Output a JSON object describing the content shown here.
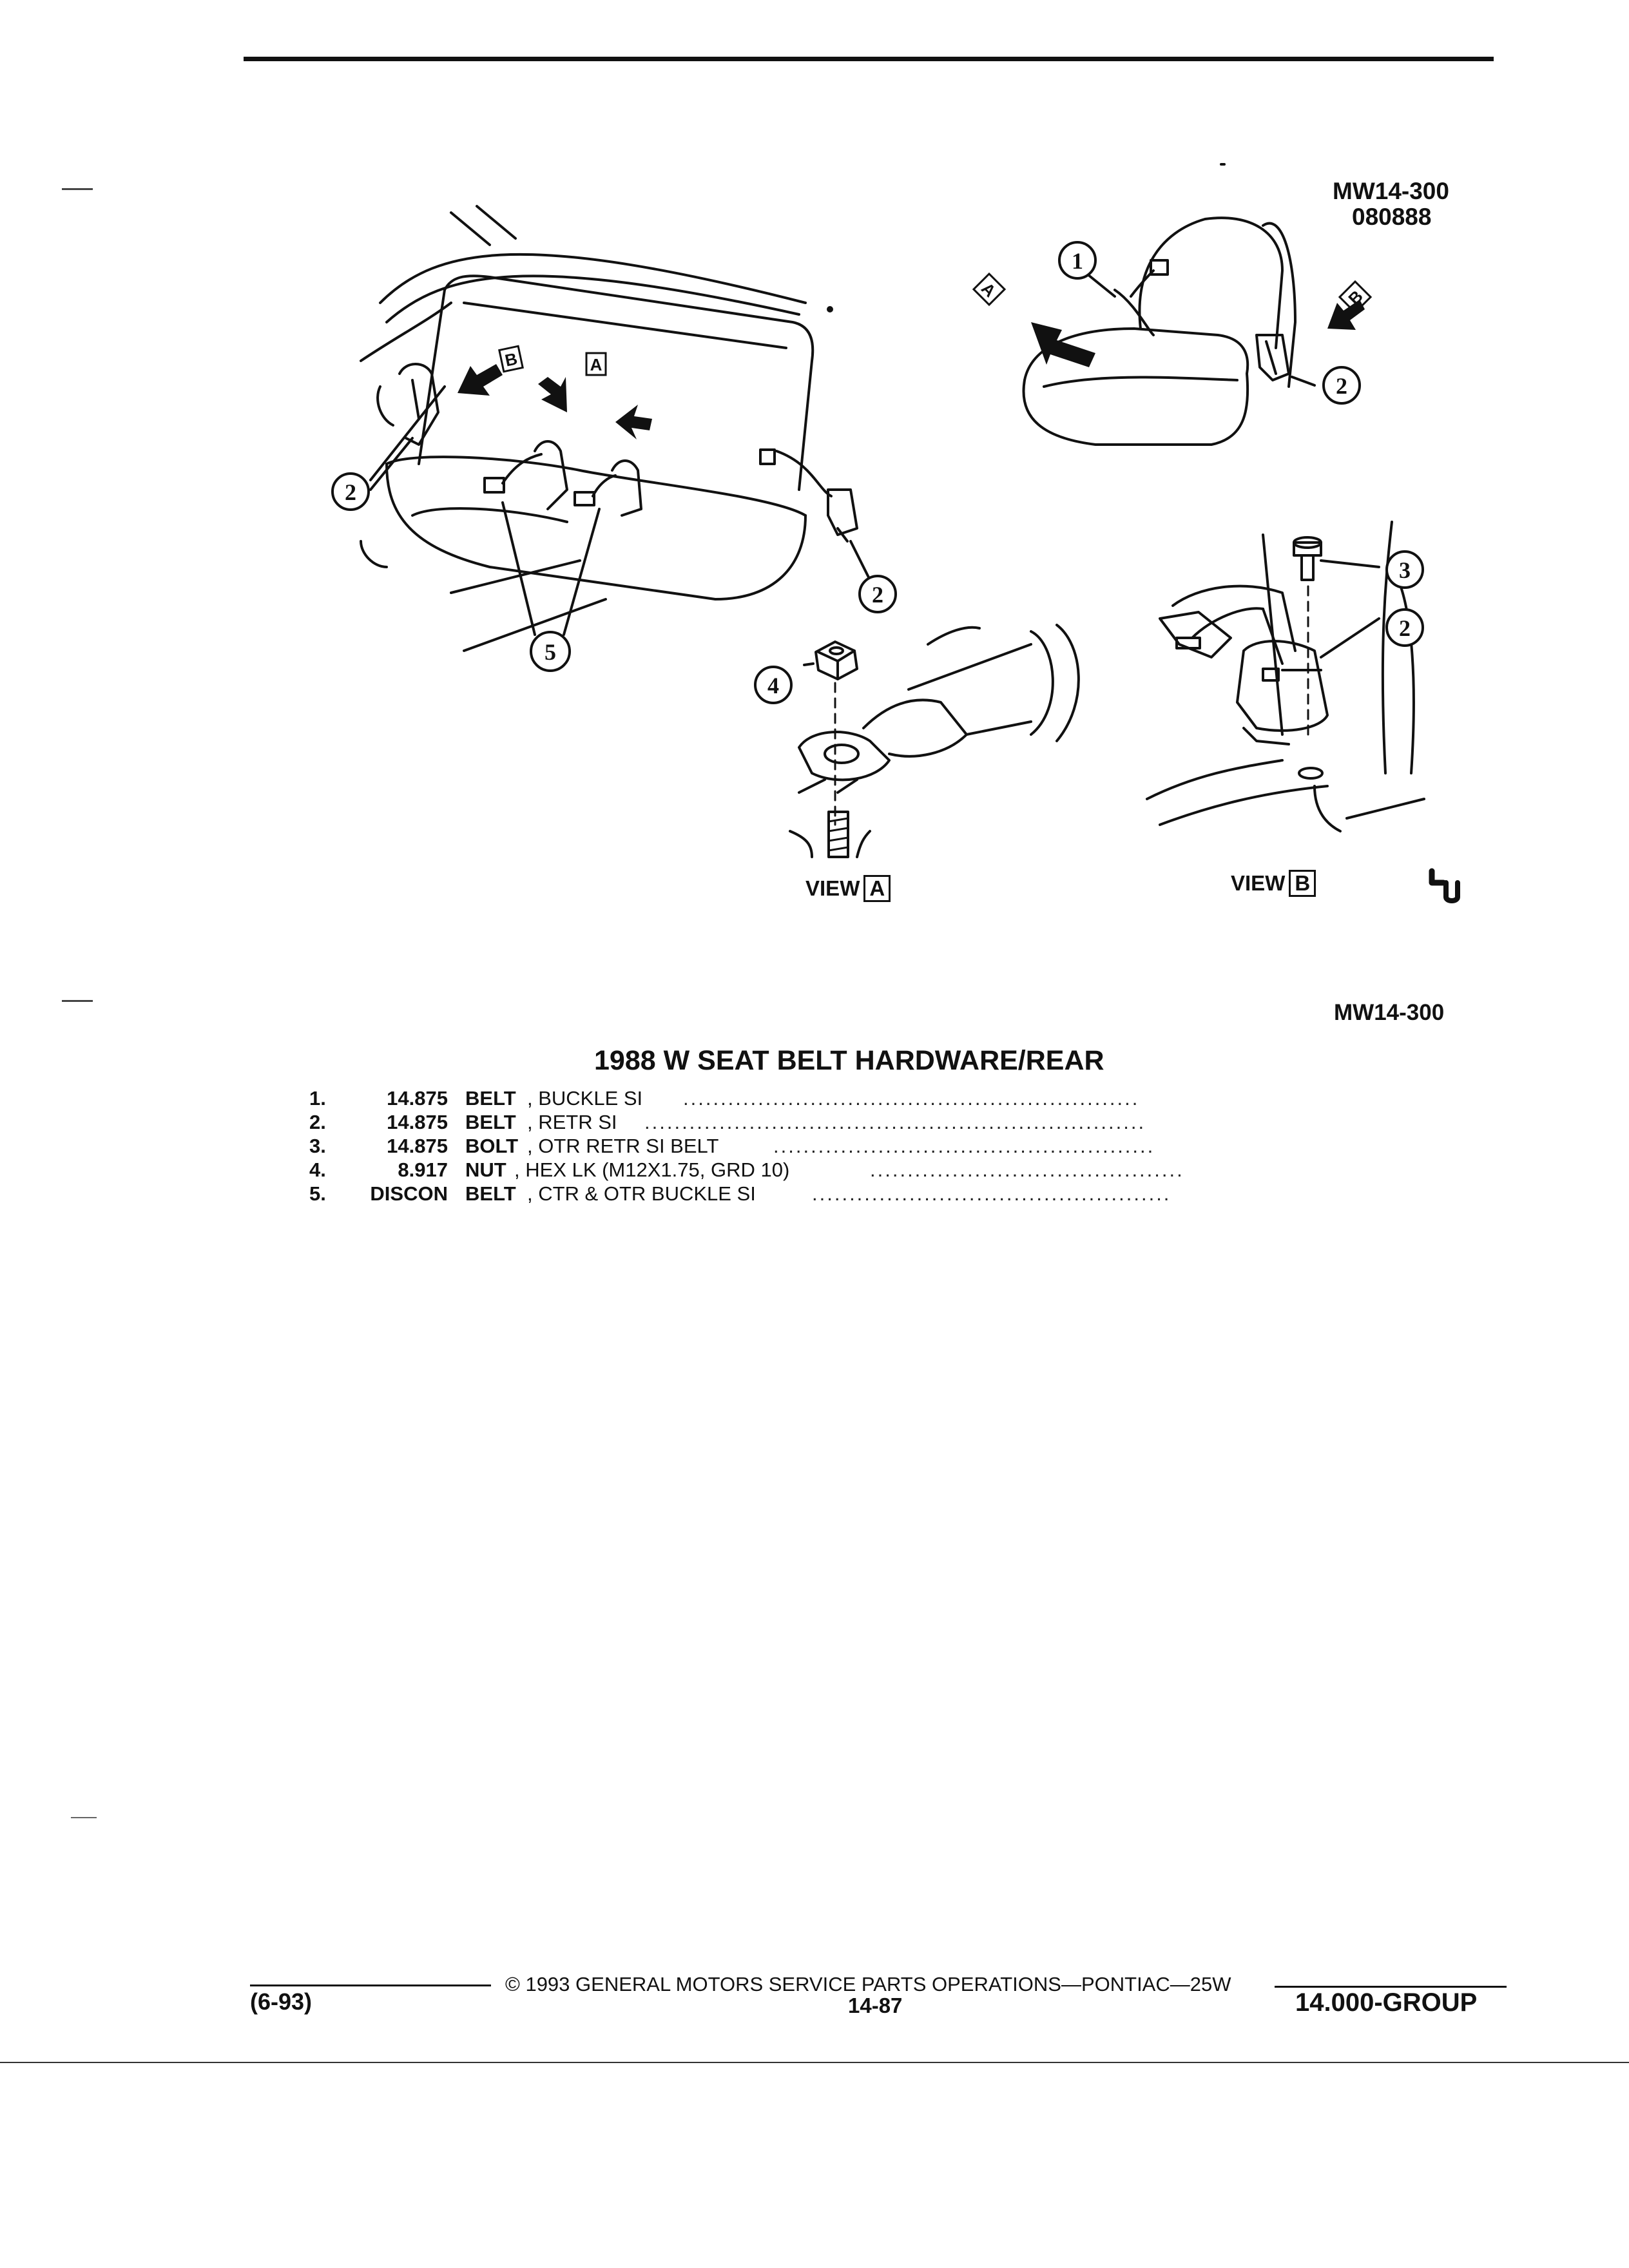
{
  "header": {
    "ref_code": "MW14-300",
    "ref_date": "080888"
  },
  "illustration": {
    "callouts": [
      "1",
      "2",
      "2",
      "2",
      "2",
      "3",
      "4",
      "5"
    ],
    "view_label": "VIEW",
    "view_a_letter": "A",
    "view_b_letter": "B",
    "arrow_a_letter": "A",
    "arrow_b_letter": "B"
  },
  "caption_ref": "MW14-300",
  "title": "1988 W SEAT BELT HARDWARE/REAR",
  "parts": [
    {
      "num": "1.",
      "code": "14.875",
      "name": "BELT",
      "desc": ", BUCKLE SI"
    },
    {
      "num": "2.",
      "code": "14.875",
      "name": "BELT",
      "desc": ", RETR SI"
    },
    {
      "num": "3.",
      "code": "14.875",
      "name": "BOLT",
      "desc": ", OTR RETR SI BELT"
    },
    {
      "num": "4.",
      "code": "8.917",
      "name": "NUT",
      "desc": ", HEX LK (M12X1.75, GRD 10)"
    },
    {
      "num": "5.",
      "code": "DISCON",
      "name": "BELT",
      "desc": ", CTR & OTR BUCKLE SI"
    }
  ],
  "footer": {
    "date": "(6-93)",
    "copyright": "© 1993 GENERAL MOTORS SERVICE PARTS OPERATIONS—PONTIAC—25W",
    "page": "14-87",
    "group": "14.000-GROUP"
  }
}
